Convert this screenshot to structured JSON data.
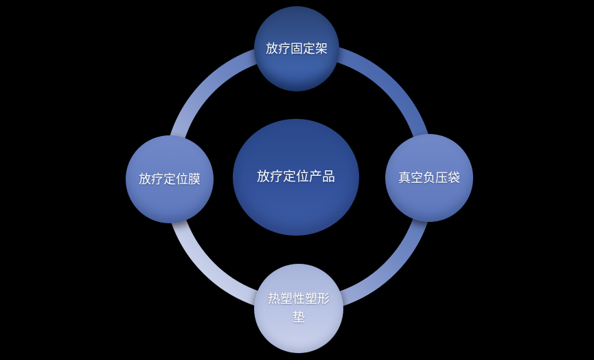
{
  "diagram": {
    "type": "cycle",
    "center": {
      "label": "放疗定位产品"
    },
    "nodes": [
      {
        "id": "top",
        "label": "放疗固定架"
      },
      {
        "id": "left",
        "label": "放疗定位膜"
      },
      {
        "id": "right",
        "label": "真空负压袋"
      },
      {
        "id": "bottom",
        "label": "热塑性塑形垫"
      }
    ],
    "colors": {
      "background": "#000000",
      "text": "#ffffff",
      "center_gradient": [
        "#2a4889",
        "#3e5ea9"
      ],
      "top_node_gradient": [
        "#2a4374",
        "#3e61a8"
      ],
      "side_node_gradient": [
        "#7289c8",
        "#5c77bc"
      ],
      "bottom_node_gradient": [
        "#a6b3da",
        "#ccd3ec"
      ],
      "ring_gradient": [
        "#3a5aa4",
        "#6e86c2",
        "#a9b5db",
        "#e4e8f5"
      ]
    }
  }
}
